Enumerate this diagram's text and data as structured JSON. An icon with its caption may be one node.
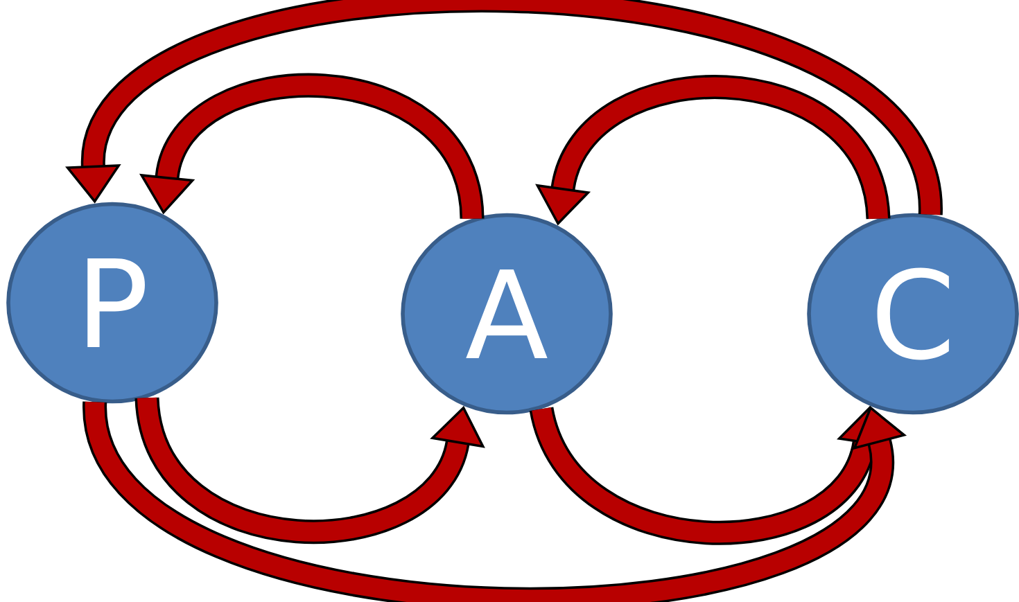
{
  "diagram": {
    "nodes": [
      {
        "text": [
          "P"
        ]
      },
      {
        "text": [
          "A"
        ]
      },
      {
        "text": [
          "C"
        ]
      }
    ],
    "edges": [
      {
        "from": 2,
        "to": 0,
        "arrow": "to"
      },
      {
        "from": 1,
        "to": 0,
        "arrow": "to"
      },
      {
        "from": 2,
        "to": 1,
        "arrow": "to"
      },
      {
        "from": 0,
        "to": 1,
        "arrow": "to"
      },
      {
        "from": 1,
        "to": 2,
        "arrow": "to"
      },
      {
        "from": 0,
        "to": 2,
        "arrow": "to"
      }
    ]
  }
}
